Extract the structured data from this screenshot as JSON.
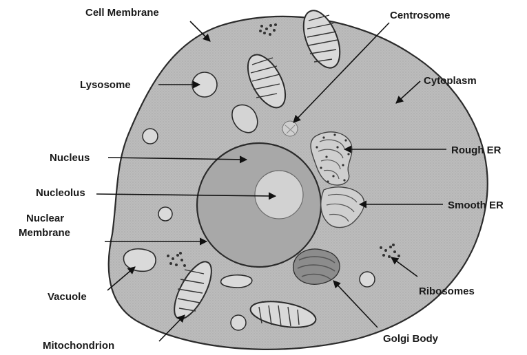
{
  "labels": {
    "cell_membrane": "Cell Membrane",
    "centrosome": "Centrosome",
    "lysosome": "Lysosome",
    "cytoplasm": "Cytoplasm",
    "nucleus": "Nucleus",
    "rough_er": "Rough ER",
    "nucleolus": "Nucleolus",
    "smooth_er": "Smooth ER",
    "nuclear_membrane_line1": "Nuclear",
    "nuclear_membrane_line2": "Membrane",
    "vacuole": "Vacuole",
    "ribosomes": "Ribosomes",
    "golgi_body": "Golgi Body",
    "mitochondrion": "Mitochondrion"
  },
  "colors": {
    "cytoplasm": "#bcbcbc",
    "nucleus": "#a8a8a8",
    "nucleolus": "#d2d2d2",
    "organelle_fill": "#d9d9d9",
    "outline": "#2b2b2b"
  }
}
